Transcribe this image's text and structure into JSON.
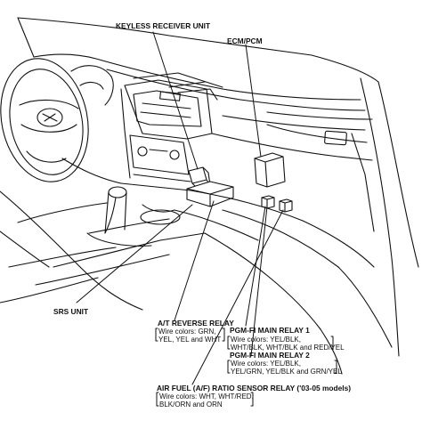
{
  "labels": {
    "keyless_receiver_unit": "KEYLESS RECEIVER UNIT",
    "ecm_pcm": "ECM/PCM",
    "srs_unit": "SRS UNIT",
    "at_reverse_relay": {
      "title": "A/T REVERSE RELAY",
      "line1": "Wire colors: GRN,",
      "line2": "YEL, YEL and WHT"
    },
    "pgm_fi_main_relay_1": {
      "title": "PGM-FI MAIN RELAY 1",
      "line1": "Wire colors: YEL/BLK,",
      "line2": "WHT/BLK, WHT/BLK and RED/YEL"
    },
    "pgm_fi_main_relay_2": {
      "title": "PGM-FI MAIN RELAY 2",
      "line1": "Wire colors: YEL/BLK,",
      "line2": "YEL/GRN, YEL/BLK and GRN/YEL"
    },
    "af_ratio_sensor_relay": {
      "title": "AIR FUEL (A/F) RATIO SENSOR RELAY ('03-05 models)",
      "line1": "Wire colors: WHT, WHT/RED,",
      "line2": "BLK/ORN and ORN"
    }
  }
}
